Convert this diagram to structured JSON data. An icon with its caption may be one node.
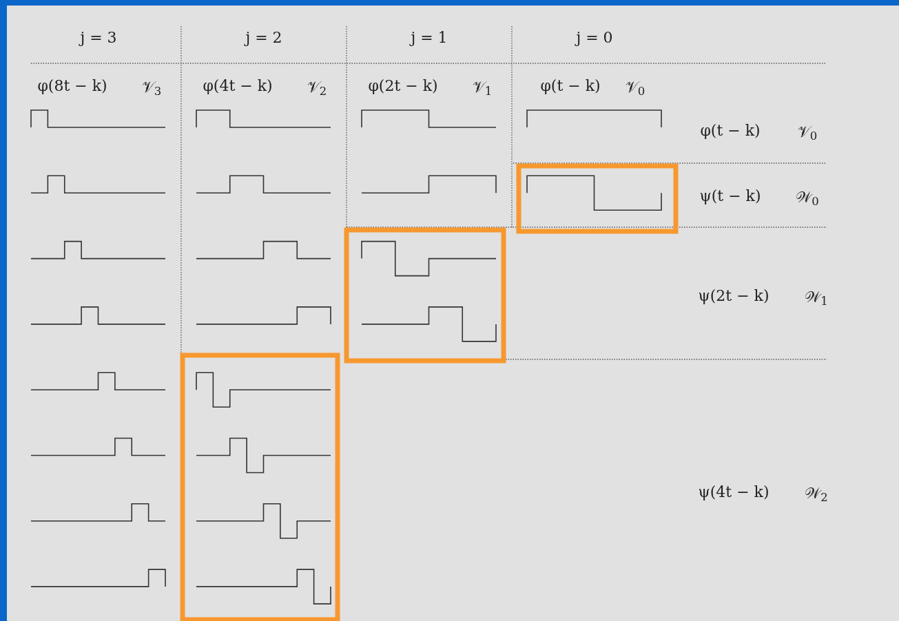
{
  "diagram": {
    "labels": [
      "j = 3",
      "j = 2",
      "j = 1",
      "j = 0",
      "φ(8t − k)",
      "𝒱$_{3}$",
      "φ(4t − k)",
      "𝒱$_{2}$",
      "φ(2t − k)",
      "𝒱$_{1}$",
      "φ(t − k)",
      "𝒱$_{0}$",
      "φ(t − k)",
      "𝒱$_{0}$",
      "ψ(t − k)",
      "𝒲$_{0}$",
      "ψ(2t − k)",
      "𝒲$_{1}$",
      "ψ(4t − k)",
      "𝒲$_{2}$"
    ]
  }
}
